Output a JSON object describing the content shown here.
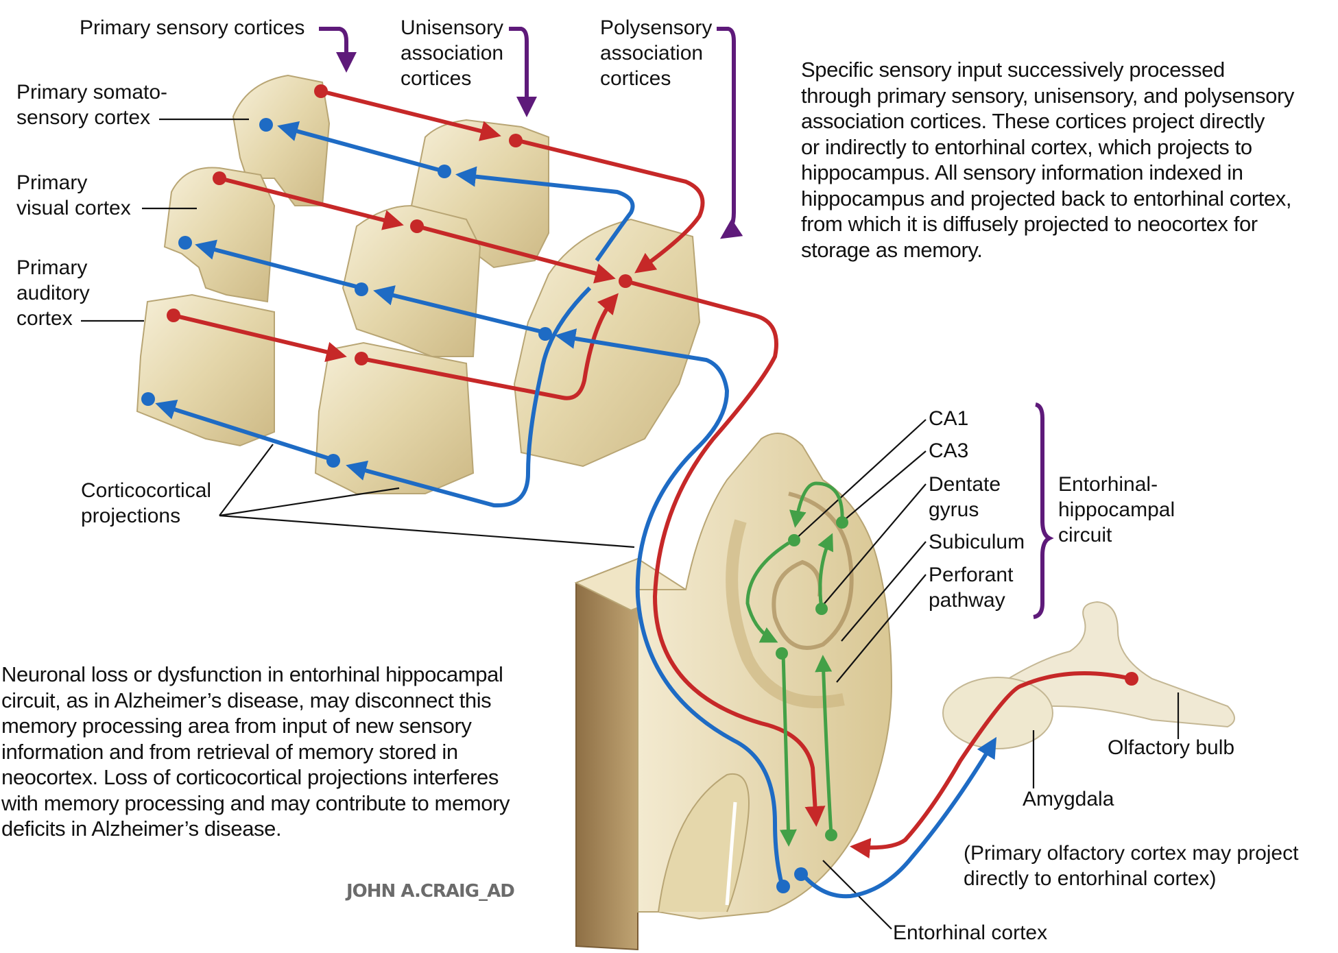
{
  "colors": {
    "afferent": "#c62828",
    "efferent": "#1e6bc4",
    "intrinsic": "#43a047",
    "bracket": "#5e1a7a",
    "leader": "#111111",
    "tissue_light": "#efe6c8",
    "tissue_mid": "#d8c89a",
    "tissue_dark": "#a88b5a"
  },
  "title_fragment": "",
  "group_labels": {
    "primary": "Primary sensory cortices",
    "unisensory": "Unisensory\nassociation\ncortices",
    "polysensory": "Polysensory\nassociation\ncortices"
  },
  "cortex_labels": {
    "somatosensory": "Primary somato-\nsensory cortex",
    "visual": "Primary\nvisual cortex",
    "auditory": "Primary\nauditory\ncortex"
  },
  "corticocortical_label": "Corticocortical\nprojections",
  "hippocampal_labels": {
    "ca1": "CA1",
    "ca3": "CA3",
    "dentate": "Dentate\ngyrus",
    "subiculum": "Subiculum",
    "perforant": "Perforant\npathway",
    "circuit": "Entorhinal-\nhippocampal\ncircuit"
  },
  "olfactory_labels": {
    "bulb": "Olfactory bulb",
    "amygdala": "Amygdala",
    "note": "(Primary olfactory cortex may project\ndirectly to entorhinal cortex)"
  },
  "entorhinal_label": "Entorhinal cortex",
  "descriptions": {
    "top_right": "Specific sensory input successively processed\nthrough primary sensory, unisensory, and polysensory\nassociation cortices. These cortices project directly\nor indirectly to entorhinal cortex, which projects to\nhippocampus. All sensory information indexed in\nhippocampus and projected back to entorhinal cortex,\nfrom which it is diffusely projected to neocortex for\nstorage as memory.",
    "bottom_left": "Neuronal loss or dysfunction in entorhinal hippocampal\ncircuit, as in Alzheimer’s disease, may disconnect this\nmemory processing area from input of new sensory\ninformation and from retrieval of memory stored in\nneocortex. Loss of corticocortical projections interferes\nwith memory processing and may contribute to memory\ndeficits in Alzheimer’s disease."
  },
  "signature": "JOHN A.CRAIG_AD",
  "legend_semantics": {
    "red": "forward projection toward entorhinal cortex / hippocampus",
    "blue": "back projection from entorhinal cortex to neocortex",
    "green": "intrinsic hippocampal circuit"
  }
}
